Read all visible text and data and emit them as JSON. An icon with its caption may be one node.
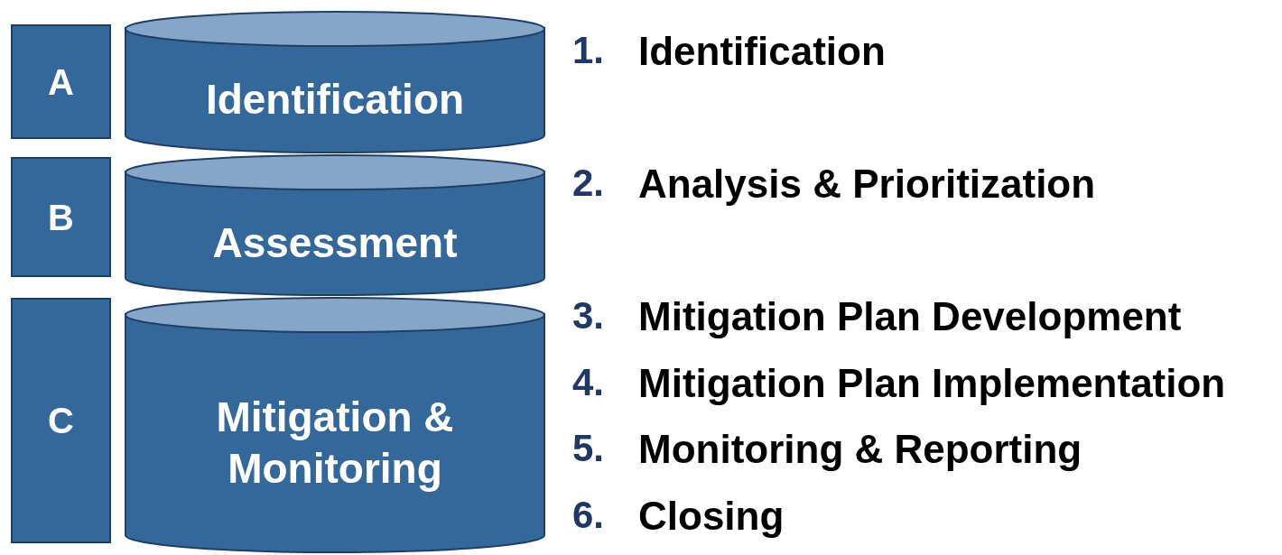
{
  "diagram": {
    "nodes": [
      {
        "text": [
          "A"
        ]
      },
      {
        "text": [
          "B"
        ]
      },
      {
        "text": [
          "C"
        ]
      },
      {
        "text": [
          "Identification"
        ]
      },
      {
        "text": [
          "Assessment"
        ]
      },
      {
        "text": [
          "Mitigation & Monitoring"
        ]
      }
    ],
    "labels": [
      "1.",
      "Identification",
      "2.",
      "Analysis & Prioritization",
      "3.",
      "Mitigation Plan Development",
      "4.",
      "Mitigation Plan Implementation",
      "5.",
      "Monitoring & Reporting",
      "6.",
      "Closing"
    ]
  }
}
